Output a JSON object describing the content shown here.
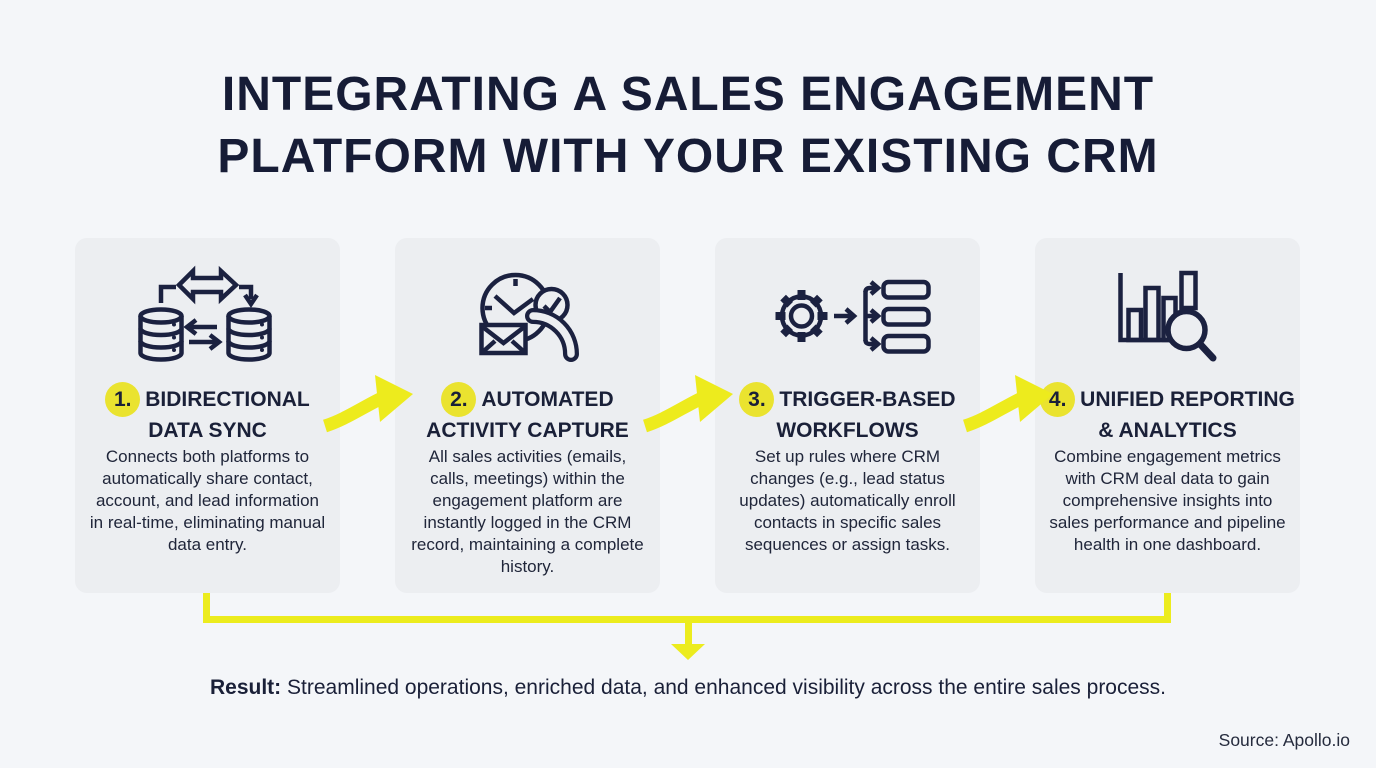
{
  "title": {
    "line1": "INTEGRATING A SALES ENGAGEMENT",
    "line2": "PLATFORM WITH YOUR EXISTING CRM"
  },
  "steps": [
    {
      "number": "1.",
      "icon": "database-sync-icon",
      "heading_line1": "BIDIRECTIONAL",
      "heading_line2": "DATA SYNC",
      "description": "Connects both platforms to automatically share contact, account, and lead information in real-time, eliminating manual data entry."
    },
    {
      "number": "2.",
      "icon": "activity-capture-icon",
      "heading_line1": "AUTOMATED",
      "heading_line2": "ACTIVITY CAPTURE",
      "description": "All sales activities (emails, calls, meetings) within the engagement platform are instantly logged in the CRM record, maintaining a complete history."
    },
    {
      "number": "3.",
      "icon": "trigger-workflow-icon",
      "heading_line1": "TRIGGER-BASED",
      "heading_line2": "WORKFLOWS",
      "description": "Set up rules where CRM changes (e.g., lead status updates) automatically enroll contacts in specific sales sequences or assign tasks."
    },
    {
      "number": "4.",
      "icon": "reporting-analytics-icon",
      "heading_line1": "UNIFIED REPORTING",
      "heading_line2": "& ANALYTICS",
      "description": "Combine engagement metrics with CRM deal data to gain comprehensive insights into sales performance and pipeline health in one dashboard."
    }
  ],
  "result": {
    "label": "Result:",
    "text": " Streamlined operations, enriched data, and enhanced visibility across the entire sales process."
  },
  "source": {
    "text": "Source: Apollo.io"
  },
  "colors": {
    "accent_yellow": "#ecec1e",
    "badge_yellow": "#eae32f",
    "navy": "#1a2038",
    "card_bg": "#eceef1",
    "page_bg": "#f4f6f9"
  }
}
